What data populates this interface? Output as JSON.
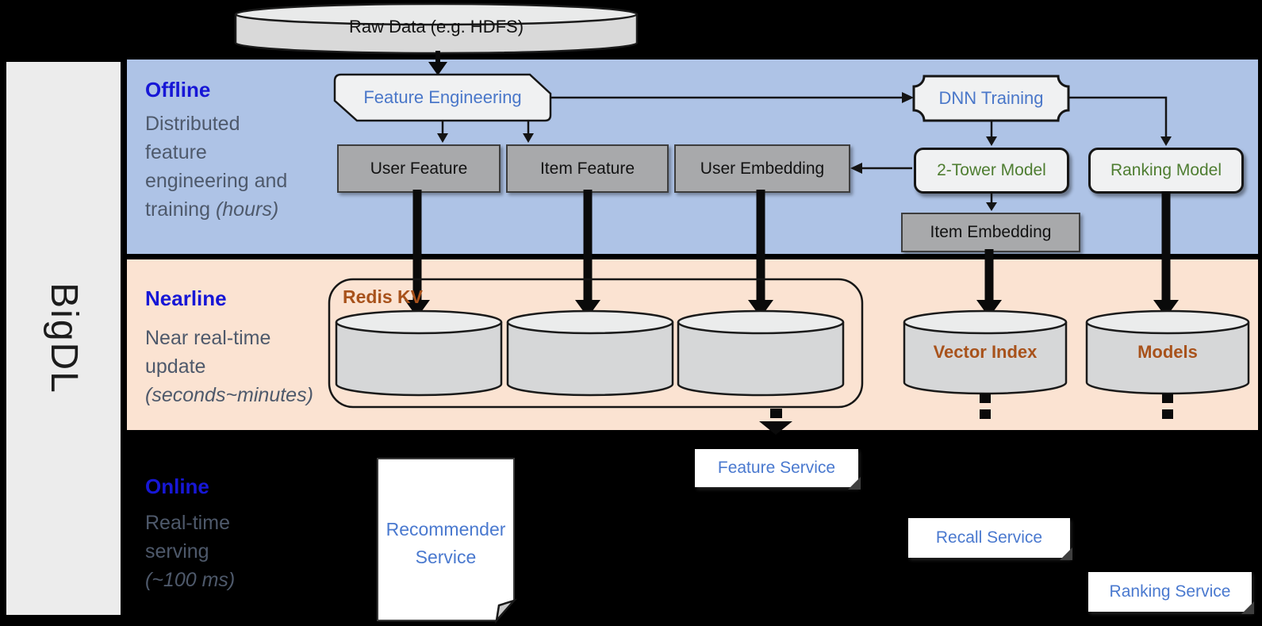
{
  "colors": {
    "background": "#000000",
    "band_offline": "#aec3e6",
    "band_nearline": "#fbe3d2",
    "sidebar_bg": "#ececec",
    "title_blue": "#1717d6",
    "node_text_blue": "#4a77c9",
    "node_text_green": "#4e7d31",
    "node_text_brown": "#a8521b",
    "muted_text": "#4e596b",
    "gray_node_fill": "#a8a9ab",
    "light_node_fill": "#f0f1f2",
    "cylinder_fill": "#d6d7d8"
  },
  "sidebar": {
    "brand": "BigDL"
  },
  "top": {
    "raw_data": "Raw Data (e.g. HDFS)"
  },
  "offline": {
    "title": "Offline",
    "desc": [
      "Distributed",
      "feature",
      "engineering and",
      "training"
    ],
    "desc_note": "(hours)",
    "feature_engineering": "Feature Engineering",
    "dnn_training": "DNN Training",
    "user_feature": "User Feature",
    "item_feature": "Item Feature",
    "user_embedding": "User Embedding",
    "two_tower_model": "2-Tower Model",
    "ranking_model": "Ranking Model",
    "item_embedding": "Item Embedding"
  },
  "nearline": {
    "title": "Nearline",
    "desc": [
      "Near real-time",
      "update"
    ],
    "desc_note": "(seconds~minutes)",
    "redis_kv": "Redis KV",
    "vector_index": "Vector Index",
    "models": "Models"
  },
  "online": {
    "title": "Online",
    "desc": [
      "Real-time",
      "serving"
    ],
    "desc_note": "(~100 ms)",
    "recommender_service": [
      "Recommender",
      "Service"
    ],
    "feature_service": "Feature Service",
    "recall_service": "Recall Service",
    "ranking_service": "Ranking Service"
  }
}
